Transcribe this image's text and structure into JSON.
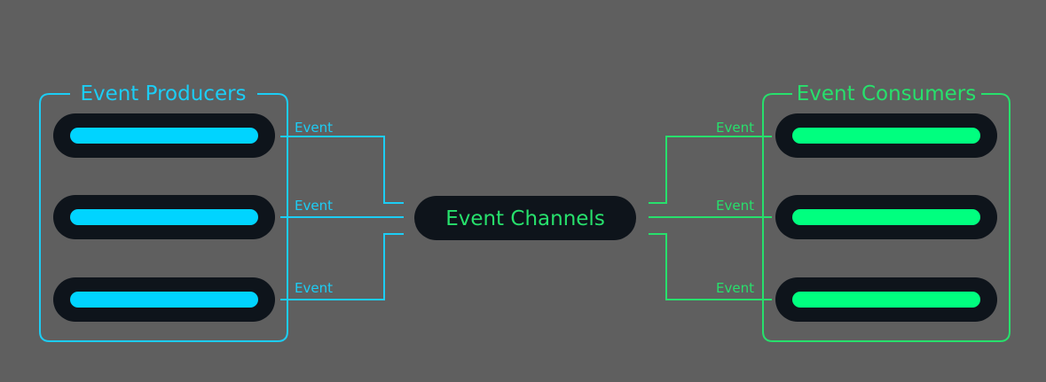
{
  "colors": {
    "background": "#5f5f5f",
    "producer": "#1ccdf5",
    "producer_bar": "#00d4ff",
    "consumer": "#27e06c",
    "consumer_bar": "#00ff7f",
    "pill": "#0e141b"
  },
  "producers": {
    "title": "Event Producers",
    "items": [
      {
        "event_label": "Event"
      },
      {
        "event_label": "Event"
      },
      {
        "event_label": "Event"
      }
    ]
  },
  "channel": {
    "label": "Event Channels"
  },
  "consumers": {
    "title": "Event Consumers",
    "items": [
      {
        "event_label": "Event"
      },
      {
        "event_label": "Event"
      },
      {
        "event_label": "Event"
      }
    ]
  }
}
